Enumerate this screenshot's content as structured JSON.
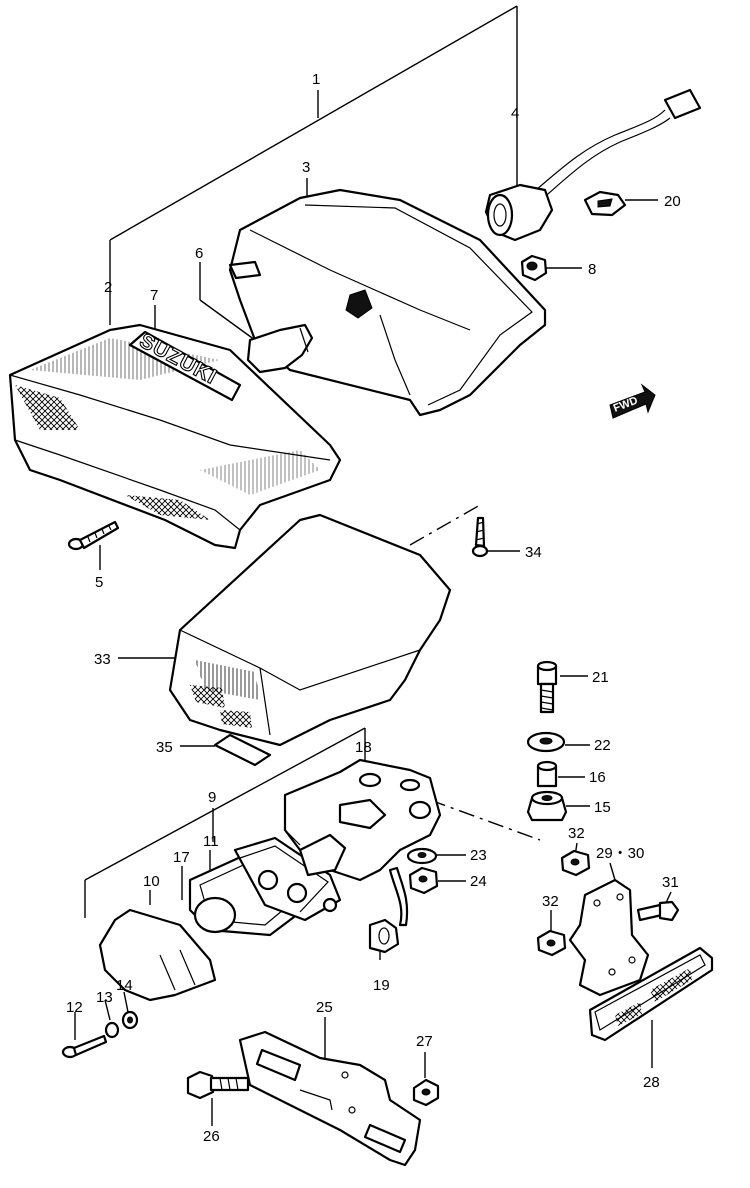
{
  "diagram": {
    "logo_text": "SUZUKI",
    "fwd_text": "FWD",
    "callouts": [
      {
        "id": "c1",
        "text": "1"
      },
      {
        "id": "c2",
        "text": "2"
      },
      {
        "id": "c3",
        "text": "3"
      },
      {
        "id": "c4",
        "text": "4"
      },
      {
        "id": "c5",
        "text": "5"
      },
      {
        "id": "c6",
        "text": "6"
      },
      {
        "id": "c7",
        "text": "7"
      },
      {
        "id": "c8",
        "text": "8"
      },
      {
        "id": "c9",
        "text": "9"
      },
      {
        "id": "c10",
        "text": "10"
      },
      {
        "id": "c11",
        "text": "11"
      },
      {
        "id": "c12",
        "text": "12"
      },
      {
        "id": "c13",
        "text": "13"
      },
      {
        "id": "c14",
        "text": "14"
      },
      {
        "id": "c15",
        "text": "15"
      },
      {
        "id": "c16",
        "text": "16"
      },
      {
        "id": "c17",
        "text": "17"
      },
      {
        "id": "c18",
        "text": "18"
      },
      {
        "id": "c19",
        "text": "19"
      },
      {
        "id": "c20",
        "text": "20"
      },
      {
        "id": "c21",
        "text": "21"
      },
      {
        "id": "c22",
        "text": "22"
      },
      {
        "id": "c23",
        "text": "23"
      },
      {
        "id": "c24",
        "text": "24"
      },
      {
        "id": "c25",
        "text": "25"
      },
      {
        "id": "c26",
        "text": "26"
      },
      {
        "id": "c27",
        "text": "27"
      },
      {
        "id": "c28",
        "text": "28"
      },
      {
        "id": "c29",
        "text": "29・30"
      },
      {
        "id": "c31",
        "text": "31"
      },
      {
        "id": "c32a",
        "text": "32"
      },
      {
        "id": "c32b",
        "text": "32"
      },
      {
        "id": "c33",
        "text": "33"
      },
      {
        "id": "c34",
        "text": "34"
      },
      {
        "id": "c35",
        "text": "35"
      }
    ]
  }
}
